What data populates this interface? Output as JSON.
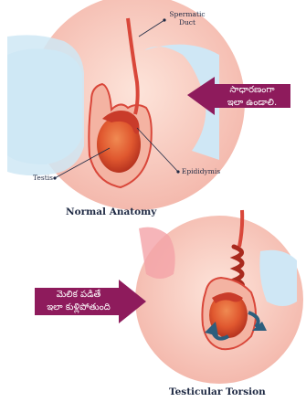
{
  "normal": {
    "caption": "Normal Anatomy",
    "labels": {
      "duct_line1": "Spermatic",
      "duct_line2": "Duct",
      "testis": "Testis",
      "epididymis": "Epididymis"
    },
    "callout": {
      "line1": "సాధారణంగా",
      "line2": "ఇలా ఉండాలి."
    }
  },
  "torsion": {
    "caption": "Testicular Torsion",
    "callout": {
      "line1": "మెలిక పడితే",
      "line2": "ఇలా కుళ్లిపోతుంది"
    }
  },
  "colors": {
    "callout": "#8e1b5c",
    "skin_blue": "#cfe7f5",
    "tissue_red": "#d9473a"
  }
}
